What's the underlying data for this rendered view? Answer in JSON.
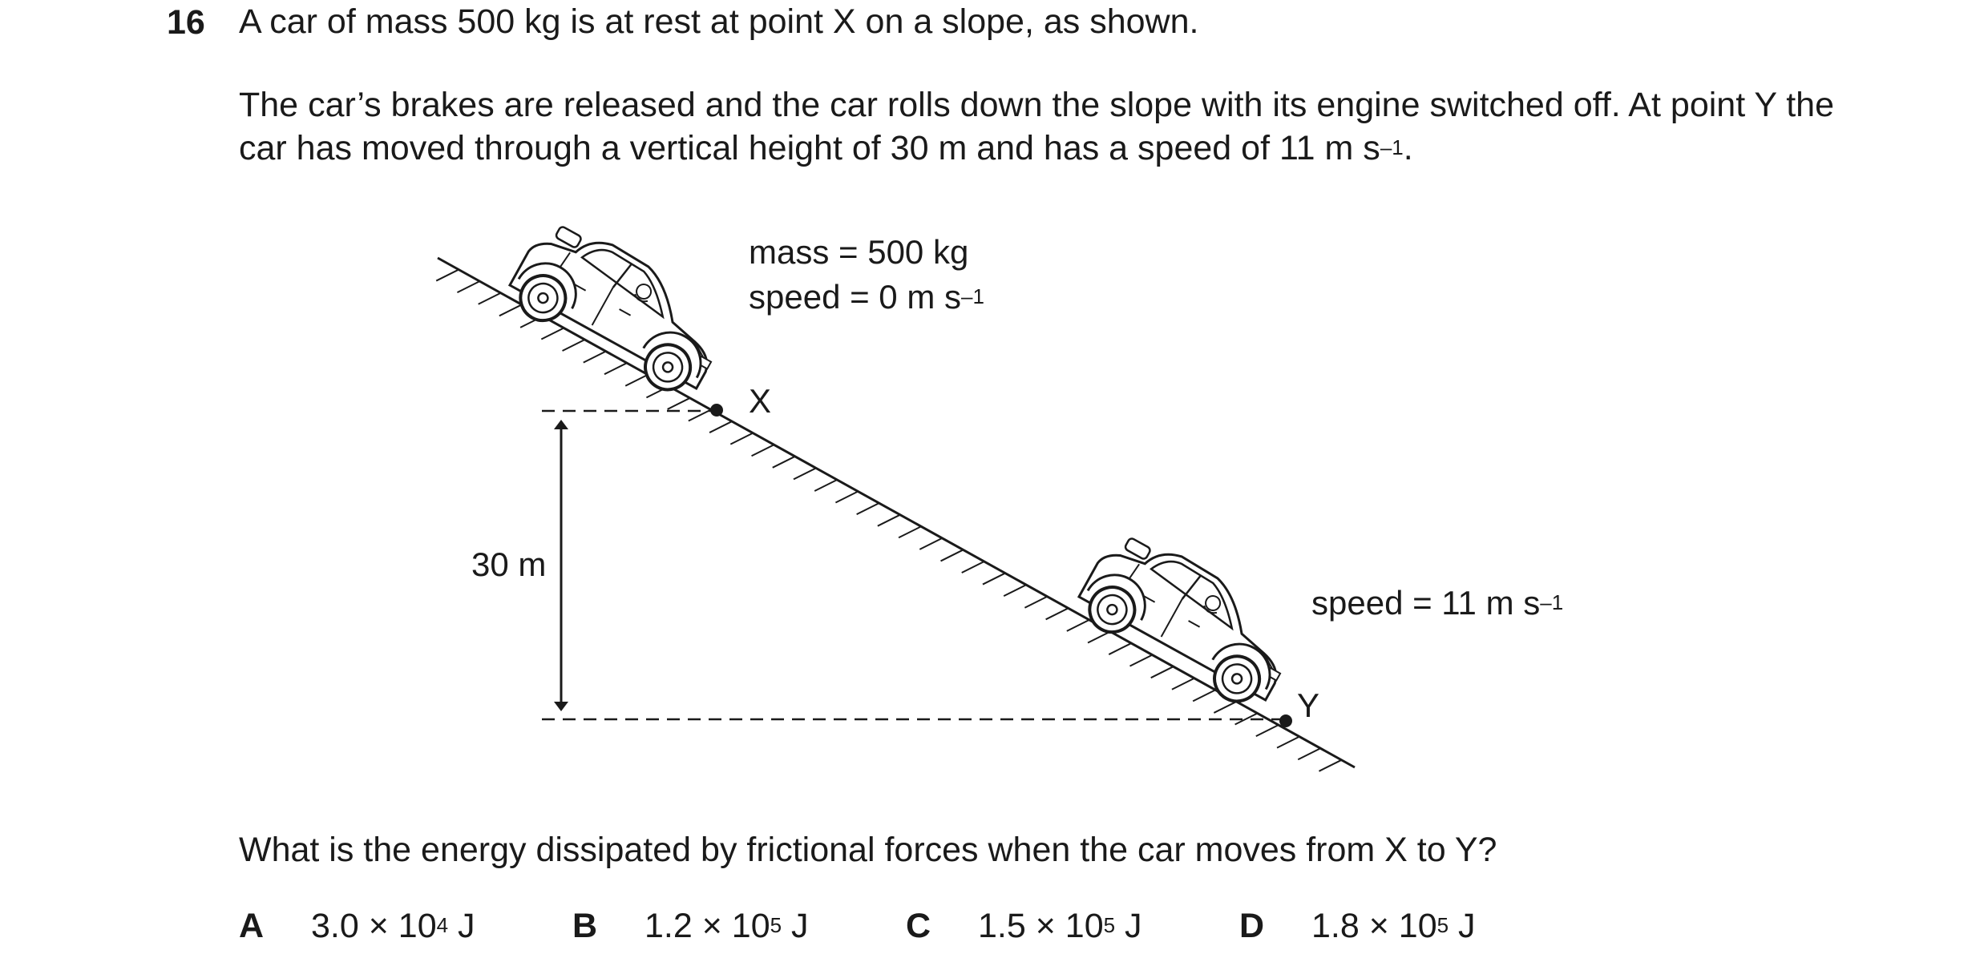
{
  "question": {
    "number": "16",
    "intro": "A car of mass 500 kg is at rest at point X on a slope, as shown.",
    "body_part1": "The car’s brakes are released and the car rolls down the slope with its engine switched off. At point Y the car has moved through a vertical height of 30 m and has a speed of 11 m s",
    "body_exp": "–1",
    "body_end": ".",
    "prompt": "What is the energy dissipated by frictional forces when the car moves from X to Y?"
  },
  "diagram": {
    "label_x": "X",
    "label_y": "Y",
    "mass_label": "mass = 500 kg",
    "speed_x_label": "speed = 0 m s",
    "speed_x_exp": "–1",
    "speed_y_label": "speed = 11 m s",
    "speed_y_exp": "–1",
    "height_label": "30 m"
  },
  "options": [
    {
      "letter": "A",
      "mantissa": "3.0 × 10",
      "exponent": "4",
      "unit": " J"
    },
    {
      "letter": "B",
      "mantissa": "1.2 × 10",
      "exponent": "5",
      "unit": " J"
    },
    {
      "letter": "C",
      "mantissa": "1.5 × 10",
      "exponent": "5",
      "unit": " J"
    },
    {
      "letter": "D",
      "mantissa": "1.8 × 10",
      "exponent": "5",
      "unit": " J"
    }
  ]
}
